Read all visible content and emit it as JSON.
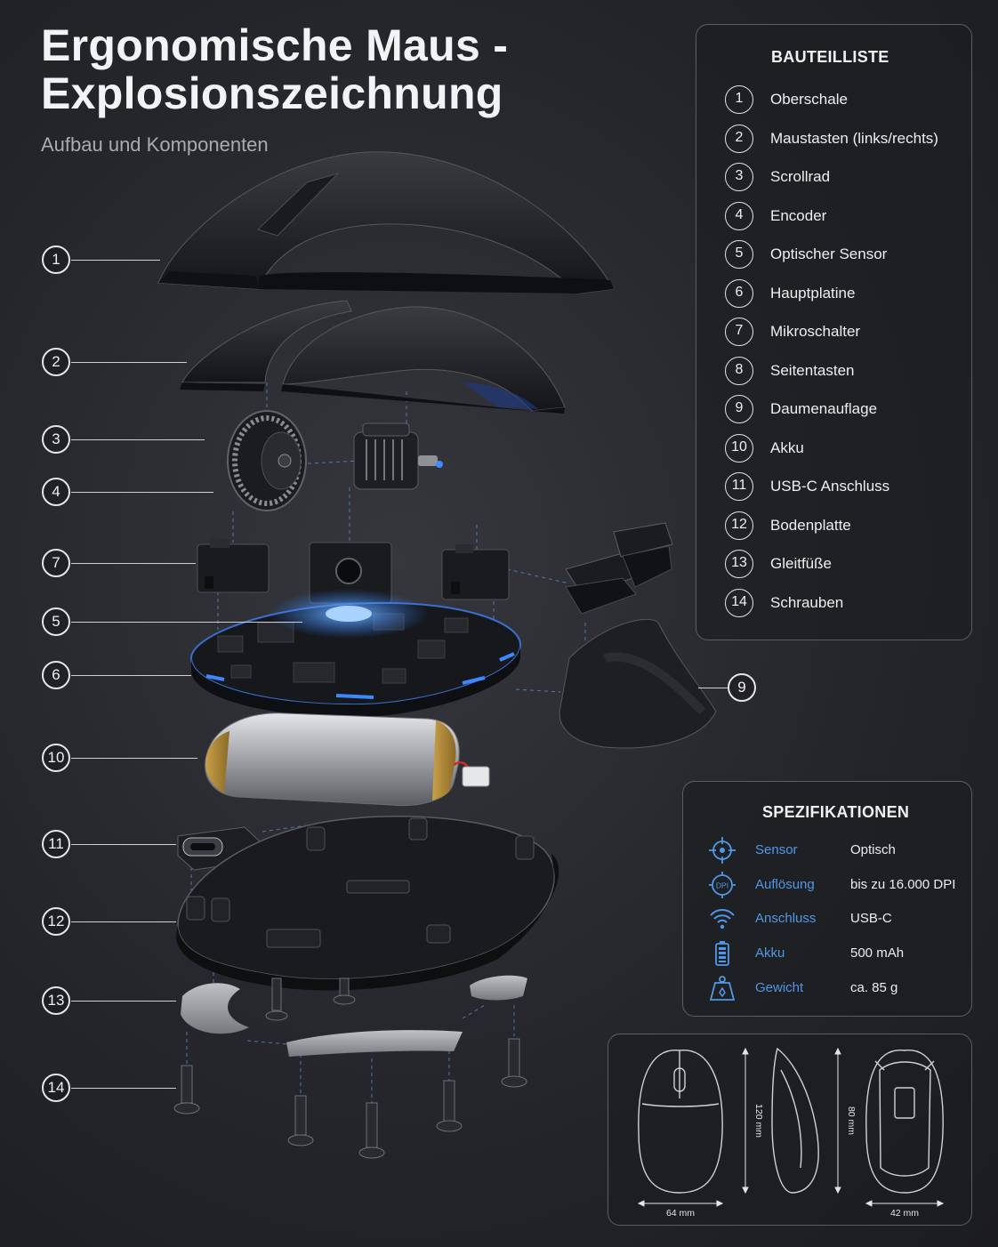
{
  "header": {
    "title_line1": "Ergonomische Maus -",
    "title_line2": "Explosionszeichnung",
    "subtitle": "Aufbau und Komponenten"
  },
  "callouts": [
    {
      "num": "1"
    },
    {
      "num": "2"
    },
    {
      "num": "3"
    },
    {
      "num": "4"
    },
    {
      "num": "7"
    },
    {
      "num": "5"
    },
    {
      "num": "6"
    },
    {
      "num": "10"
    },
    {
      "num": "11"
    },
    {
      "num": "12"
    },
    {
      "num": "13"
    },
    {
      "num": "14"
    },
    {
      "num": "9"
    }
  ],
  "parts_list": {
    "title": "BAUTEILLISTE",
    "items": [
      {
        "num": "1",
        "name": "Oberschale"
      },
      {
        "num": "2",
        "name": "Maustasten (links/rechts)"
      },
      {
        "num": "3",
        "name": "Scrollrad"
      },
      {
        "num": "4",
        "name": "Encoder"
      },
      {
        "num": "5",
        "name": "Optischer Sensor"
      },
      {
        "num": "6",
        "name": "Hauptplatine"
      },
      {
        "num": "7",
        "name": "Mikroschalter"
      },
      {
        "num": "8",
        "name": "Seitentasten"
      },
      {
        "num": "9",
        "name": "Daumenauflage"
      },
      {
        "num": "10",
        "name": "Akku"
      },
      {
        "num": "11",
        "name": "USB-C Anschluss"
      },
      {
        "num": "12",
        "name": "Bodenplatte"
      },
      {
        "num": "13",
        "name": "Gleitfüße"
      },
      {
        "num": "14",
        "name": "Schrauben"
      }
    ]
  },
  "specs": {
    "title": "SPEZIFIKATIONEN",
    "rows": [
      {
        "icon": "crosshair-icon",
        "label": "Sensor",
        "value": "Optisch"
      },
      {
        "icon": "dpi-icon",
        "label": "Auflösung",
        "value": "bis zu 16.000 DPI",
        "icon_text": "DPI"
      },
      {
        "icon": "wifi-icon",
        "label": "Anschluss",
        "value": "USB-C"
      },
      {
        "icon": "battery-icon",
        "label": "Akku",
        "value": "500 mAh"
      },
      {
        "icon": "weight-icon",
        "label": "Gewicht",
        "value": "ca. 85 g"
      }
    ]
  },
  "dimensions": {
    "width_front": "64 mm",
    "height_front": "120 mm",
    "height_side": "80 mm",
    "width_bottom": "42 mm"
  },
  "colors": {
    "accent": "#4f98e8",
    "glow": "#2f7dff",
    "background": "#26282d"
  }
}
